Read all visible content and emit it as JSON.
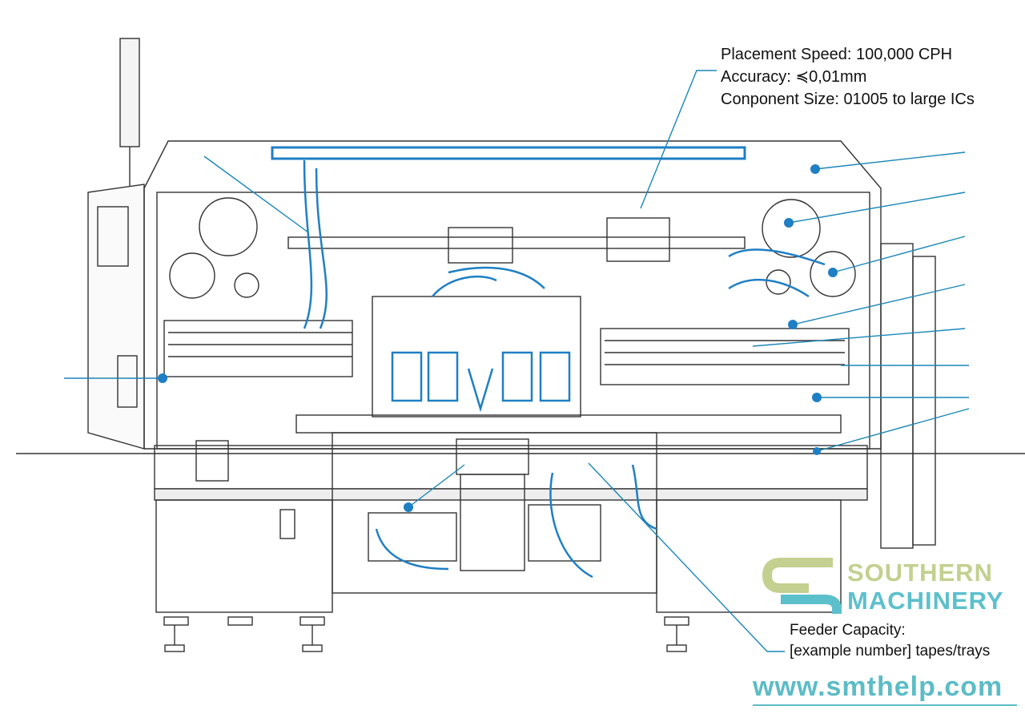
{
  "specs": {
    "placement_speed": "Placement Speed: 100,000 CPH",
    "accuracy": "Accuracy: ≼0,01mm",
    "component_size": "Conponent Size: 01005 to large ICs"
  },
  "feeder": {
    "line1": "Feeder Capacity:",
    "line2": "[example number] tapes/trays"
  },
  "watermark": {
    "brand_line1": "SOUTHERN",
    "brand_line2": "MACHINERY",
    "url": "www.smthelp.com"
  },
  "colors": {
    "accent": "#1f7fc4",
    "line": "#333333",
    "brand_green": "#c3d08f",
    "brand_teal": "#5cc0cc"
  }
}
